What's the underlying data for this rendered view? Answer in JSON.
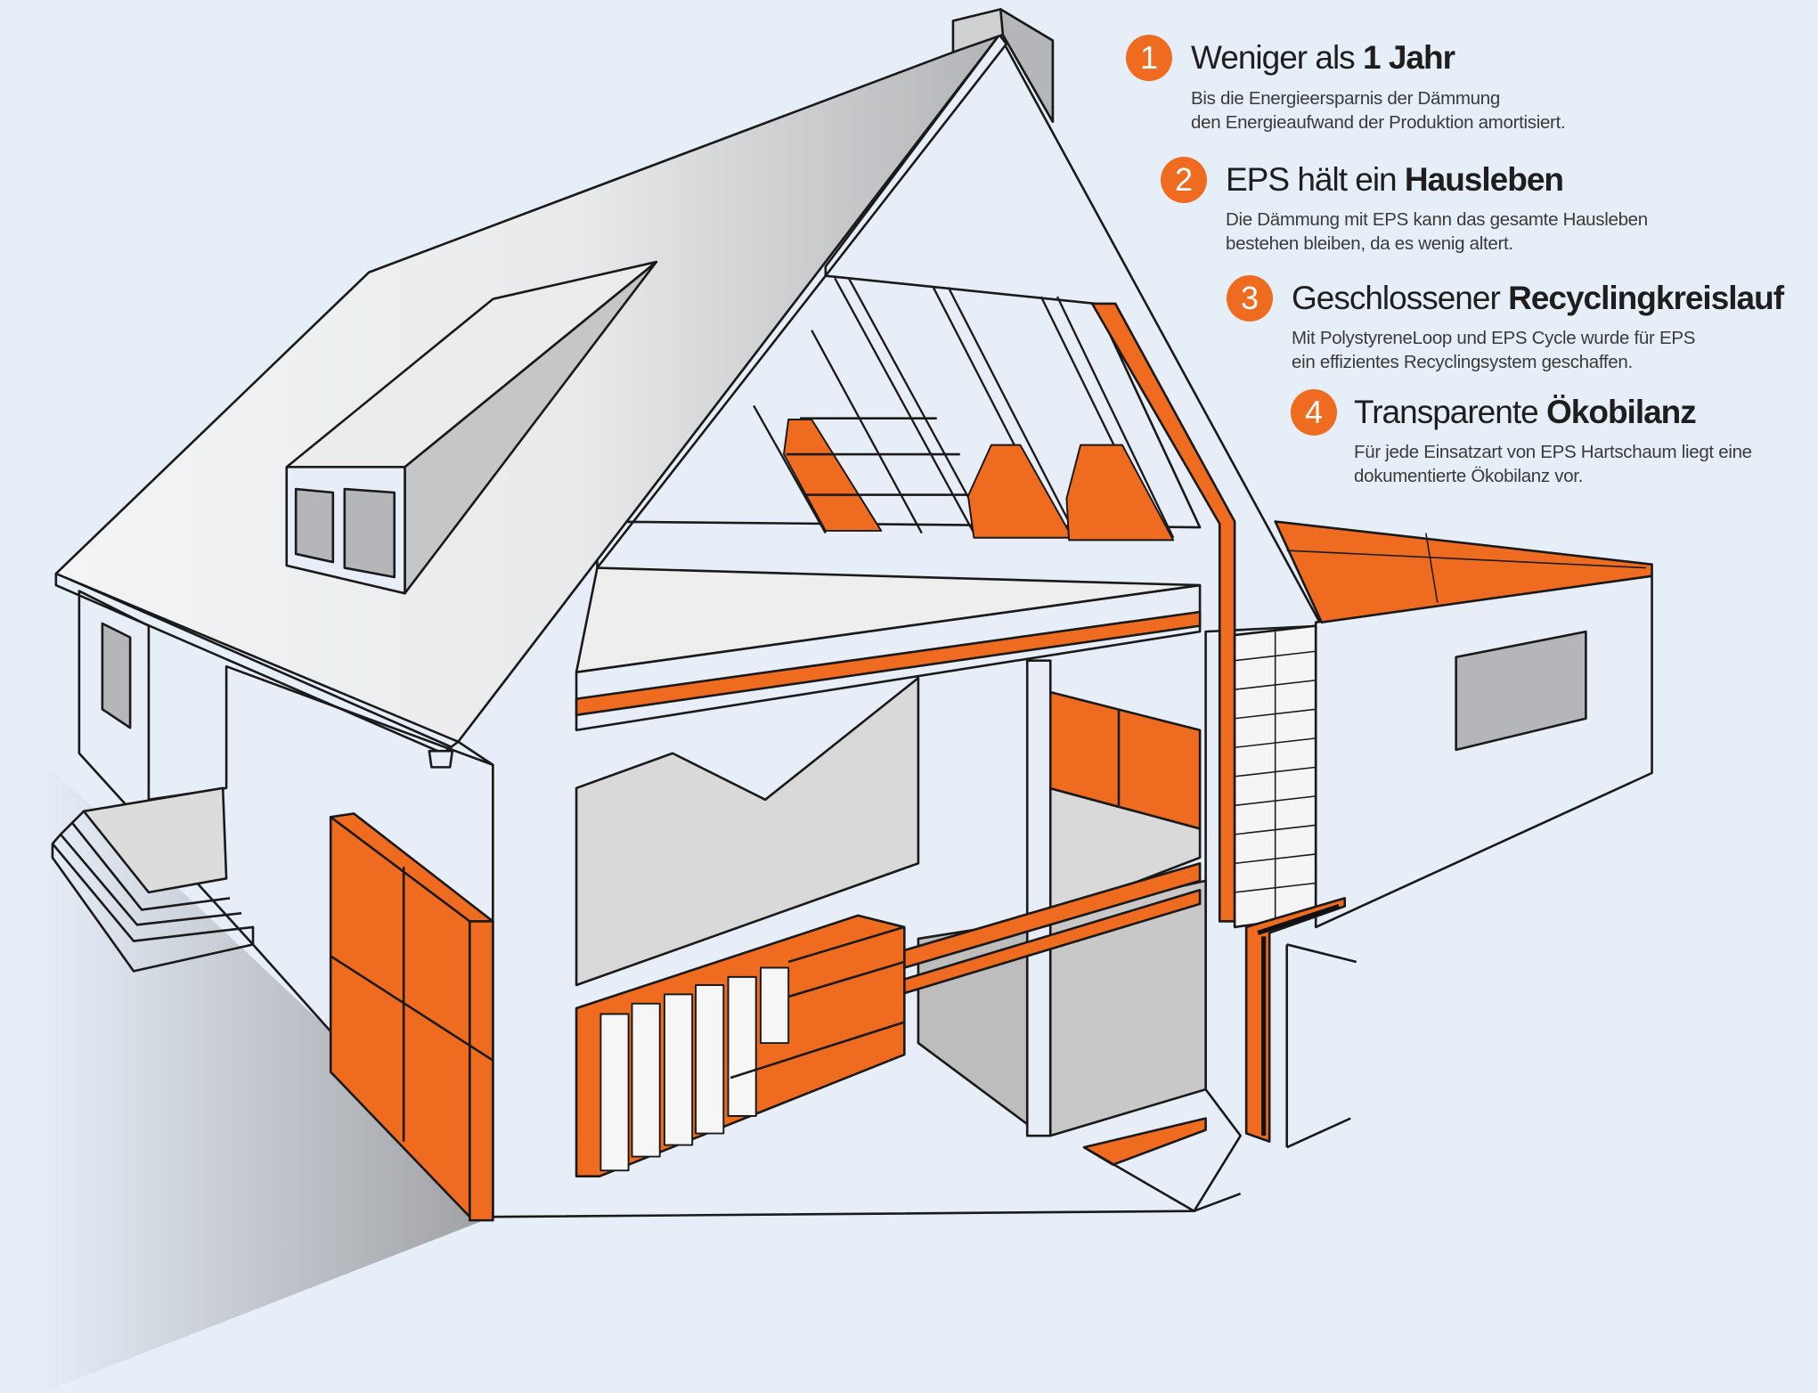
{
  "colors": {
    "accent": "#ee6b1f",
    "background": "#e6eef8",
    "wall": "#e8eef7",
    "shade": "#b5b6b9"
  },
  "items": [
    {
      "number": "1",
      "title_regular": "Weniger als ",
      "title_bold": "1 Jahr",
      "desc_line1": "Bis die Energieersparnis der Dämmung",
      "desc_line2": "den Energieaufwand der Produktion amortisiert."
    },
    {
      "number": "2",
      "title_regular": "EPS hält ein ",
      "title_bold": "Hausleben",
      "desc_line1": "Die Dämmung mit EPS kann das gesamte Hausleben",
      "desc_line2": "bestehen bleiben, da es wenig altert."
    },
    {
      "number": "3",
      "title_regular": "Geschlossener ",
      "title_bold": "Recyclingkreislauf",
      "desc_line1": "Mit PolystyreneLoop und EPS Cycle wurde für EPS",
      "desc_line2": "ein effizientes Recyclingsystem geschaffen."
    },
    {
      "number": "4",
      "title_regular": "Transparente ",
      "title_bold": "Ökobilanz",
      "desc_line1": "Für jede Einsatzart von EPS Hartschaum liegt eine",
      "desc_line2": "dokumentierte Ökobilanz vor."
    }
  ]
}
